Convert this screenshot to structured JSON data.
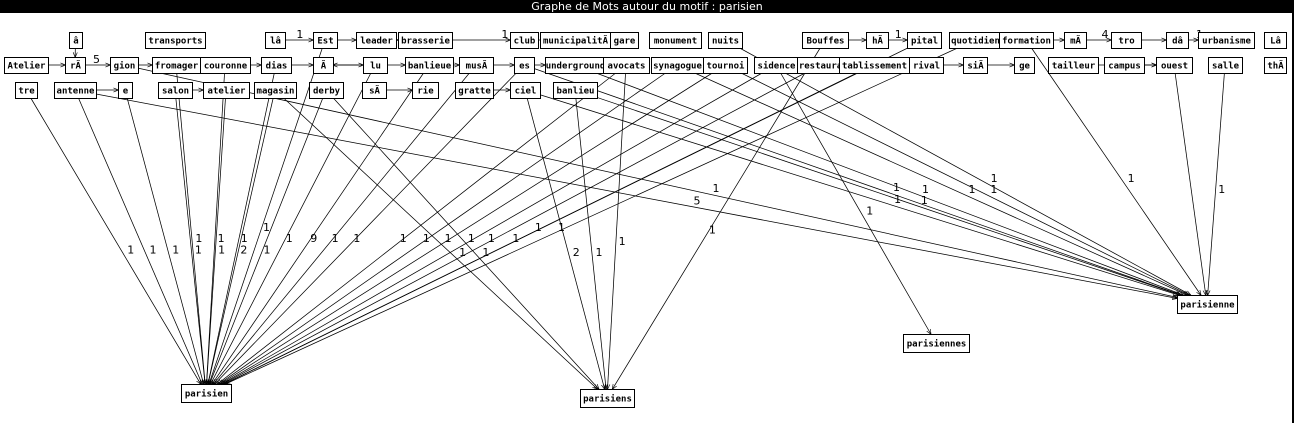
{
  "window": {
    "title": "Graphe de Mots autour du motif : parisien"
  },
  "colors": {
    "background": "#ffffff",
    "title_bar": "#000000",
    "title_text": "#ffffff",
    "ink": "#000000"
  },
  "graph": {
    "nodes": [
      {
        "id": "a_circ",
        "label": "â"
      },
      {
        "id": "atelier_top",
        "label": "Atelier"
      },
      {
        "id": "ra",
        "label": "rÃ"
      },
      {
        "id": "gion",
        "label": "gion"
      },
      {
        "id": "tre",
        "label": "tre"
      },
      {
        "id": "antenne",
        "label": "antenne"
      },
      {
        "id": "e",
        "label": "e"
      },
      {
        "id": "transports",
        "label": "transports"
      },
      {
        "id": "fromager",
        "label": "fromager"
      },
      {
        "id": "couronne",
        "label": "couronne"
      },
      {
        "id": "salon",
        "label": "salon"
      },
      {
        "id": "atelier",
        "label": "atelier"
      },
      {
        "id": "la_circ",
        "label": "lâ"
      },
      {
        "id": "dias",
        "label": "dias"
      },
      {
        "id": "magasin",
        "label": "magasin"
      },
      {
        "id": "est",
        "label": "Est"
      },
      {
        "id": "a_tilde",
        "label": "Ã"
      },
      {
        "id": "derby",
        "label": "derby"
      },
      {
        "id": "leader",
        "label": "leader"
      },
      {
        "id": "lu",
        "label": "lu"
      },
      {
        "id": "sa",
        "label": "sÃ"
      },
      {
        "id": "brasserie",
        "label": "brasserie"
      },
      {
        "id": "banlieue",
        "label": "banlieue"
      },
      {
        "id": "rie",
        "label": "rie"
      },
      {
        "id": "musa",
        "label": "musÃ"
      },
      {
        "id": "gratte",
        "label": "gratte"
      },
      {
        "id": "club",
        "label": "club"
      },
      {
        "id": "es",
        "label": "es"
      },
      {
        "id": "ciel",
        "label": "ciel"
      },
      {
        "id": "municipalite",
        "label": "municipalitÃ"
      },
      {
        "id": "underground",
        "label": "underground"
      },
      {
        "id": "banlieu",
        "label": "banlieu"
      },
      {
        "id": "gare",
        "label": "gare"
      },
      {
        "id": "avocats",
        "label": "avocats"
      },
      {
        "id": "monument",
        "label": "monument"
      },
      {
        "id": "synagogue",
        "label": "synagogue"
      },
      {
        "id": "nuits",
        "label": "nuits"
      },
      {
        "id": "tournoi",
        "label": "tournoi"
      },
      {
        "id": "sidence",
        "label": "sidence"
      },
      {
        "id": "bouffes",
        "label": "Bouffes"
      },
      {
        "id": "restaura",
        "label": "restaura"
      },
      {
        "id": "tablissement",
        "label": "tablissement"
      },
      {
        "id": "ha",
        "label": "hÃ"
      },
      {
        "id": "pital",
        "label": "pital"
      },
      {
        "id": "rival",
        "label": "rival"
      },
      {
        "id": "quotidien",
        "label": "quotidien"
      },
      {
        "id": "sia",
        "label": "siÃ"
      },
      {
        "id": "formation",
        "label": "formation"
      },
      {
        "id": "ge",
        "label": "ge"
      },
      {
        "id": "ma",
        "label": "mÃ"
      },
      {
        "id": "tailleur",
        "label": "tailleur"
      },
      {
        "id": "tro",
        "label": "tro"
      },
      {
        "id": "campus",
        "label": "campus"
      },
      {
        "id": "da",
        "label": "dâ"
      },
      {
        "id": "ouest",
        "label": "ouest"
      },
      {
        "id": "urbanisme",
        "label": "urbanisme"
      },
      {
        "id": "salle",
        "label": "salle"
      },
      {
        "id": "la2",
        "label": "Lâ"
      },
      {
        "id": "tha",
        "label": "thÃ"
      },
      {
        "id": "parisien",
        "label": "parisien"
      },
      {
        "id": "parisiens",
        "label": "parisiens"
      },
      {
        "id": "parisiennes",
        "label": "parisiennes"
      },
      {
        "id": "parisienne",
        "label": "parisienne"
      }
    ],
    "edges": [
      {
        "from": "la_circ",
        "to": "est",
        "label": "1"
      },
      {
        "from": "est",
        "to": "leader",
        "label": ""
      },
      {
        "from": "leader",
        "to": "brasserie",
        "label": ""
      },
      {
        "from": "a_circ",
        "to": "ra",
        "label": ""
      },
      {
        "from": "atelier_top",
        "to": "ra",
        "label": ""
      },
      {
        "from": "ra",
        "to": "gion",
        "label": "5"
      },
      {
        "from": "gion",
        "to": "fromager",
        "label": ""
      },
      {
        "from": "fromager",
        "to": "couronne",
        "label": ""
      },
      {
        "from": "couronne",
        "to": "dias",
        "label": ""
      },
      {
        "from": "dias",
        "to": "a_tilde",
        "label": ""
      },
      {
        "from": "a_tilde",
        "to": "lu",
        "label": ""
      },
      {
        "from": "lu",
        "to": "a_tilde",
        "label": ""
      },
      {
        "from": "lu",
        "to": "banlieue",
        "label": ""
      },
      {
        "from": "banlieue",
        "to": "musa",
        "label": ""
      },
      {
        "from": "musa",
        "to": "es",
        "label": ""
      },
      {
        "from": "es",
        "to": "underground",
        "label": ""
      },
      {
        "from": "brasserie",
        "to": "club",
        "label": "1"
      },
      {
        "from": "club",
        "to": "gare",
        "label": ""
      },
      {
        "from": "municipalite",
        "to": "gare",
        "label": ""
      },
      {
        "from": "bouffes",
        "to": "ha",
        "label": ""
      },
      {
        "from": "ha",
        "to": "pital",
        "label": "1"
      },
      {
        "from": "formation",
        "to": "ma",
        "label": ""
      },
      {
        "from": "ma",
        "to": "tro",
        "label": "4"
      },
      {
        "from": "tro",
        "to": "da",
        "label": ""
      },
      {
        "from": "da",
        "to": "urbanisme",
        "label": "1"
      },
      {
        "from": "rival",
        "to": "sia",
        "label": ""
      },
      {
        "from": "sia",
        "to": "ge",
        "label": ""
      },
      {
        "from": "tailleur",
        "to": "ouest",
        "label": ""
      },
      {
        "from": "campus",
        "to": "ouest",
        "label": ""
      },
      {
        "from": "antenne",
        "to": "e",
        "label": ""
      },
      {
        "from": "salon",
        "to": "atelier",
        "label": ""
      },
      {
        "from": "sa",
        "to": "rie",
        "label": ""
      },
      {
        "from": "gratte",
        "to": "ciel",
        "label": ""
      },
      {
        "from": "tre",
        "to": "parisien",
        "label": "1"
      },
      {
        "from": "antenne",
        "to": "parisien",
        "label": "1"
      },
      {
        "from": "e",
        "to": "parisien",
        "label": "1"
      },
      {
        "from": "salon",
        "to": "parisien",
        "label": "1"
      },
      {
        "from": "fromager",
        "to": "parisien",
        "label": "1"
      },
      {
        "from": "couronne",
        "to": "parisien",
        "label": "1"
      },
      {
        "from": "atelier",
        "to": "parisien",
        "label": "1"
      },
      {
        "from": "magasin",
        "to": "parisien",
        "label": "2"
      },
      {
        "from": "dias",
        "to": "parisien",
        "label": "1"
      },
      {
        "from": "est",
        "to": "parisien",
        "label": "1"
      },
      {
        "from": "lu",
        "to": "parisien",
        "label": "1"
      },
      {
        "from": "derby",
        "to": "parisien",
        "label": "1"
      },
      {
        "from": "banlieue",
        "to": "parisien",
        "label": "9"
      },
      {
        "from": "es",
        "to": "parisien",
        "label": "1"
      },
      {
        "from": "musa",
        "to": "parisien",
        "label": "1"
      },
      {
        "from": "avocats",
        "to": "parisien",
        "label": "1"
      },
      {
        "from": "synagogue",
        "to": "parisien",
        "label": "1"
      },
      {
        "from": "tournoi",
        "to": "parisien",
        "label": "1"
      },
      {
        "from": "sidence",
        "to": "parisien",
        "label": "1"
      },
      {
        "from": "restaura",
        "to": "parisien",
        "label": "1"
      },
      {
        "from": "tablissement",
        "to": "parisien",
        "label": "1"
      },
      {
        "from": "pital",
        "to": "parisien",
        "label": "1"
      },
      {
        "from": "quotidien",
        "to": "parisien",
        "label": "1"
      },
      {
        "from": "magasin",
        "to": "parisiens",
        "label": "1"
      },
      {
        "from": "derby",
        "to": "parisiens",
        "label": "1"
      },
      {
        "from": "ciel",
        "to": "parisiens",
        "label": "2"
      },
      {
        "from": "banlieu",
        "to": "parisiens",
        "label": "1"
      },
      {
        "from": "avocats",
        "to": "parisiens",
        "label": "1"
      },
      {
        "from": "bouffes",
        "to": "parisiens",
        "label": "1"
      },
      {
        "from": "sidence",
        "to": "parisiennes",
        "label": "1"
      },
      {
        "from": "gion",
        "to": "parisienne",
        "label": "1"
      },
      {
        "from": "antenne",
        "to": "parisienne",
        "label": "5"
      },
      {
        "from": "es",
        "to": "parisienne",
        "label": "1"
      },
      {
        "from": "ciel",
        "to": "parisienne",
        "label": "1"
      },
      {
        "from": "underground",
        "to": "parisienne",
        "label": "1"
      },
      {
        "from": "banlieu",
        "to": "parisienne",
        "label": "1"
      },
      {
        "from": "synagogue",
        "to": "parisienne",
        "label": "1"
      },
      {
        "from": "tournoi",
        "to": "parisienne",
        "label": "1"
      },
      {
        "from": "nuits",
        "to": "parisienne",
        "label": "1"
      },
      {
        "from": "formation",
        "to": "parisienne",
        "label": "1"
      },
      {
        "from": "salle",
        "to": "parisienne",
        "label": "1"
      },
      {
        "from": "ouest",
        "to": "parisienne",
        "label": ""
      }
    ]
  }
}
